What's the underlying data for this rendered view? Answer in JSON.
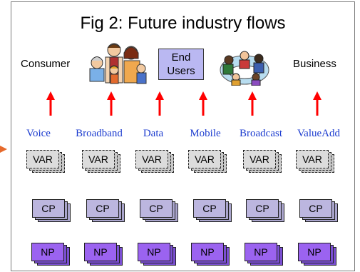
{
  "title": "Fig 2: Future industry flows",
  "labels": {
    "consumer": "Consumer",
    "business": "Business",
    "end_users": "End\nUsers"
  },
  "channels": [
    "Voice",
    "Broadband",
    "Data",
    "Mobile",
    "Broadcast",
    "ValueAdd"
  ],
  "layers": {
    "var": "VAR",
    "cp": "CP",
    "np": "NP"
  },
  "colors": {
    "arrow": "#ff0000",
    "channel_text": "#1c3ccf",
    "end_users_fill": "#bab8f2",
    "var_fill": "#dcdcdc",
    "cp_fill": "#bcb6df",
    "np_fill": "#9b63f0",
    "left_marker": "#e66a2c"
  },
  "icons": {
    "family": "family-clipart-icon",
    "business_meeting": "business-meeting-clipart-icon"
  }
}
